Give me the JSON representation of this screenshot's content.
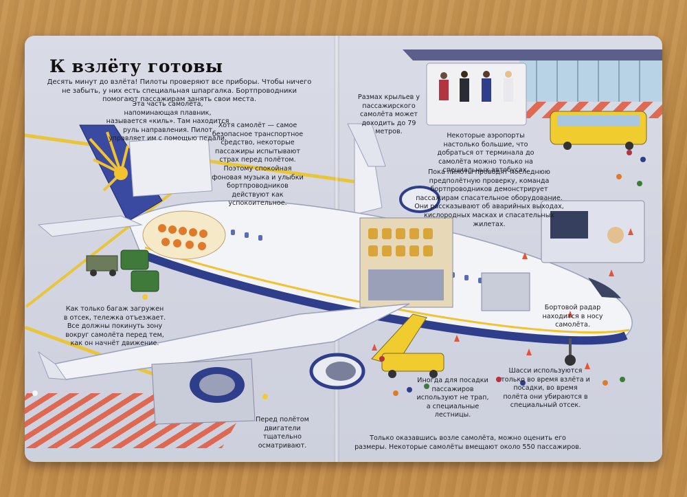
{
  "page": {
    "title": "К взлёту готовы",
    "intro": "Десять минут до взлёта! Пилоты проверяют все приборы. Чтобы ничего не забыть, у них есть специальная шпаргалка. Бортпроводники помогают пассажирам занять свои места."
  },
  "captions": {
    "keel": "Эта часть самолёта, напоминающая плавник, называется «киль». Там находится руль направления. Пилот управляет им с помощью педали.",
    "calm": "Хотя самолёт — самое безопасное транспортное средство, некоторые пассажиры испытывают страх перед полётом. Поэтому спокойная фоновая музыка и улыбки бортпроводников действуют как успокоительное.",
    "wingspan": "Размах крыльев у пассажирского самолёта может доходить до 79 метров.",
    "buses": "Некоторые аэропорты настолько большие, что добраться от терминала до самолёта можно только на специальных автобусах.",
    "safety": "Пока пилоты проводят последнюю предполётную проверку, команда бортпроводников демонстрирует пассажирам спасательное оборудование. Они рассказывают об аварийных выходах, кислородных масках и спасательных жилетах.",
    "radar": "Бортовой радар находится в носу самолёта.",
    "baggage": "Как только багаж загружен в отсек, тележка отъезжает. Все должны покинуть зону вокруг самолёта перед тем, как он начнёт движение.",
    "ladders": "Иногда для посадки пассажиров используют не трап, а специальные лестницы.",
    "gear": "Шасси используются только во время взлёта и посадки, во время полёта они убираются в специальный отсек.",
    "engines": "Перед полётом двигатели тщательно осматривают.",
    "size": "Только оказавшись возле самолёта, можно оценить его размеры. Некоторые самолёты вмещают около 550 пассажиров."
  },
  "colors": {
    "fuselage": "#f3f4f8",
    "stripe": "#2f3e8a",
    "tail": "#3a4aa0",
    "sun": "#f2c230",
    "tarmac": "#cfd2de",
    "yellow_line": "#e9c53a",
    "hatch": "#e2553a"
  }
}
